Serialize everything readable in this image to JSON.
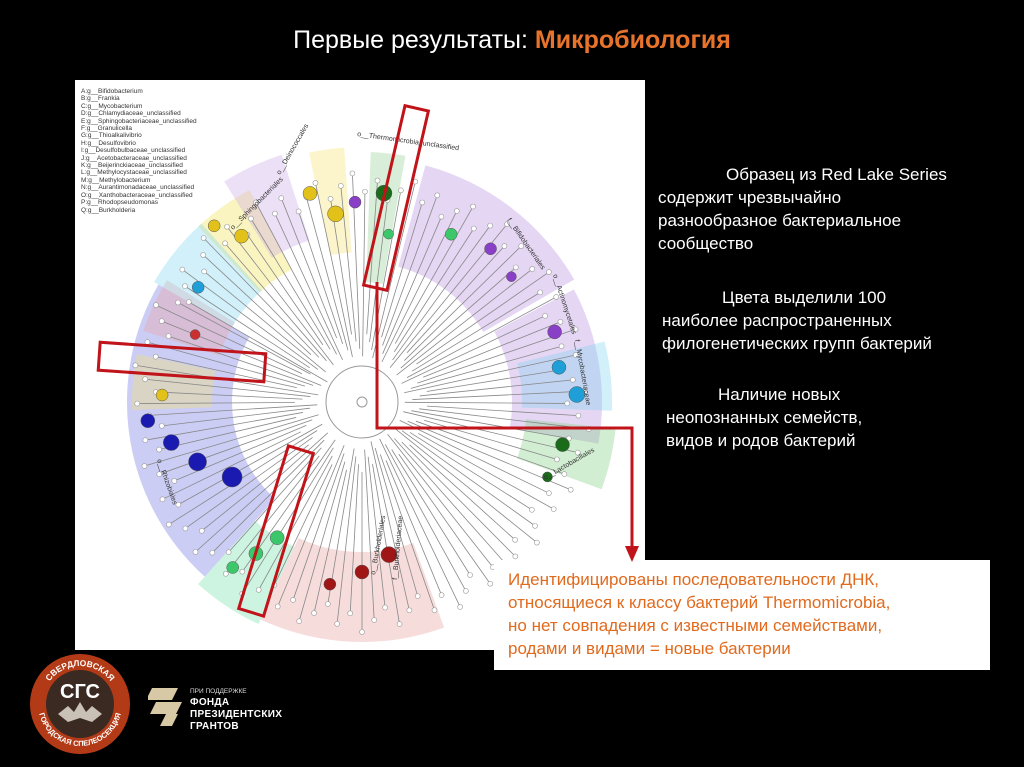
{
  "title": {
    "prefix": "Первые результаты: ",
    "accent": "Микробиология"
  },
  "legend": [
    "A:g__Bifidobacterium",
    "B:g__Frankia",
    "C:g__Mycobacterium",
    "D:g__Chlamydiaceae_unclassified",
    "E:g__Sphingobacteriaceae_unclassified",
    "F:g__Granulicella",
    "G:g__Thioalkalivibrio",
    "H:g__Desulfovibrio",
    "I:g__Desulfobulbaceae_unclassified",
    "J:g__Acetobacteraceae_unclassified",
    "K:g__Beijerinckiaceae_unclassified",
    "L:g__Methylocystaceae_unclassified",
    "M:g__Methylobacterium",
    "N:g__Aurantimonadaceae_unclassified",
    "O:g__Xanthobacteraceae_unclassified",
    "P:g__Rhodopseudomonas",
    "Q:g__Burkholderia"
  ],
  "clade_labels": {
    "thermomicrobia": "o__Thermomicrobia_unclassified",
    "deinococcales": "o__Deinococcales",
    "sphingobacteriales": "o__Sphingobacteriales",
    "bifidobacteriales": "f__Bifidobacteriales",
    "actinomycetales": "o__Actinomycetales",
    "mycobacteriaceae": "f__Mycobacteriaceae",
    "burkholderiales": "o__Burkholderiales",
    "burkholderiaceae": "f__Burkholderiaceae",
    "rhizobiales": "o__Rhizobiales",
    "lactobacillales": "o__Lactobacillales"
  },
  "text_blocks": [
    [
      "Образец из Red Lake Series",
      "содержит чрезвычайно",
      "разнообразное бактериальное",
      "сообщество"
    ],
    [
      "Цвета выделили 100",
      "наиболее распространенных",
      "филогенетических групп бактерий"
    ],
    [
      "Наличие новых",
      "неопознанных семейств,",
      "видов и родов бактерий"
    ]
  ],
  "callout": [
    "Идентифицированы последовательности ДНК,",
    "относящиеся к классу бактерий Thermomicrobia,",
    "но нет совпадения с известными семействами,",
    "родами и видами = новые бактерии"
  ],
  "logo": {
    "top_text": "СВЕРДЛОВСКАЯ",
    "center_text": "СГС",
    "bottom_text": "ГОРОДСКАЯ СПЕЛЕОСЕКЦИЯ"
  },
  "grant": {
    "line1": "ПРИ ПОДДЕРЖКЕ",
    "line2": "ФОНДА",
    "line3": "ПРЕЗИДЕНТСКИХ",
    "line4": "ГРАНТОВ"
  },
  "colors": {
    "accent": "#e8732a",
    "highlight_box": "#c0141a",
    "callout_text": "#e06a1e"
  }
}
